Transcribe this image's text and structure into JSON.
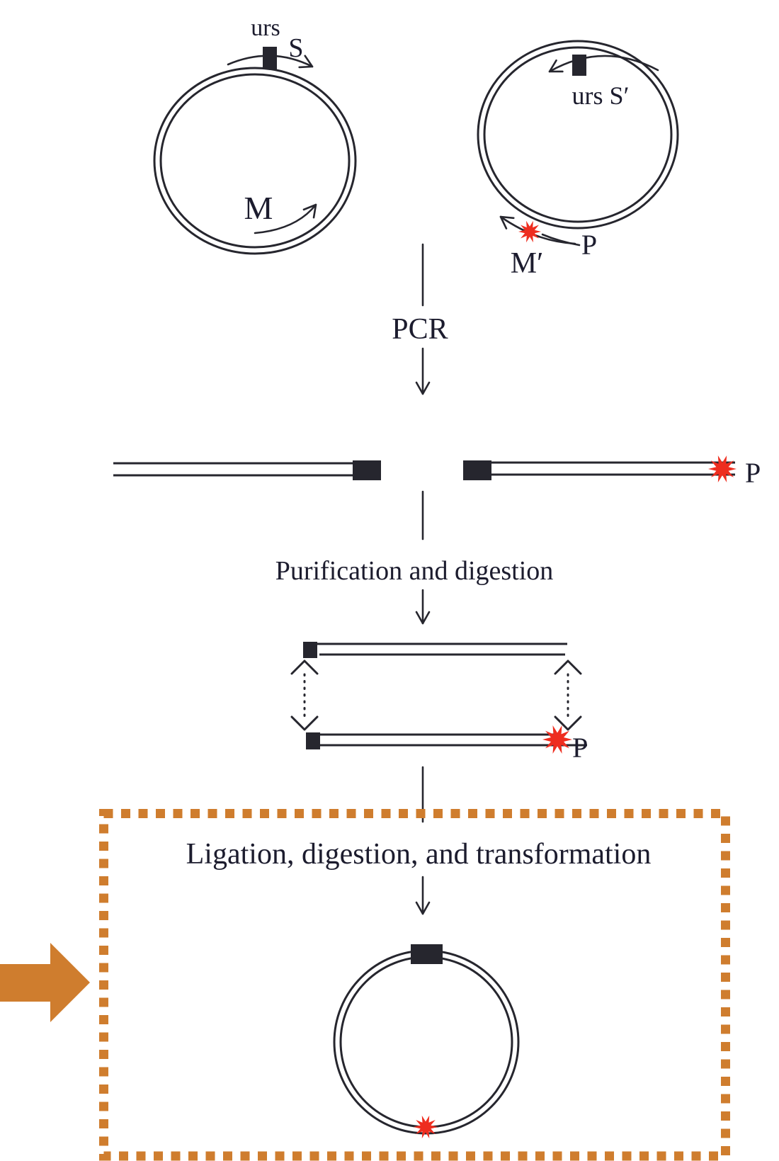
{
  "diagram": {
    "plasmids": {
      "template": {
        "site_label": "urs",
        "sense_primer": "S",
        "mutagenic_primer": "M"
      },
      "mutant": {
        "site_label": "urs S′",
        "mutagenic_primer": "M′",
        "phosphate_label": "P"
      }
    },
    "steps": {
      "pcr": "PCR",
      "purification": "Purification and digestion",
      "ligation": "Ligation, digestion, and transformation"
    },
    "products": {
      "pcr_right_phosphate": "P",
      "digested_phosphate": "P"
    },
    "colors": {
      "ink": "#26262e",
      "text": "#1c1c2e",
      "accent_orange": "#cf7d2e",
      "phosphate_red": "#ee2d1f"
    },
    "glyphs": {
      "phosphate_star": "red-burst-icon",
      "restriction_site": "black-rect-marker",
      "highlight_arrow": "orange-block-arrow-icon"
    }
  }
}
